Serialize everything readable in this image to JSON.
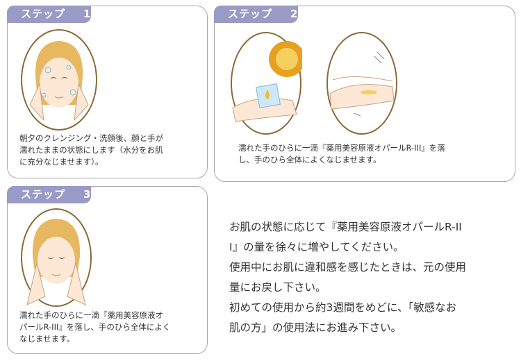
{
  "steps": [
    {
      "label": "ステップ",
      "number": "1",
      "lines": [
        "朝夕のクレンジング・洗顔後、顔と手が",
        "濡れたままの状態にします（水分をお肌",
        "に充分なじませます）。"
      ]
    },
    {
      "label": "ステップ",
      "number": "2",
      "lines": [
        "濡れた手のひらに一滴『薬用美容原液オパールR-III』を落",
        "し、手のひら全体によくなじませます。"
      ]
    },
    {
      "label": "ステップ",
      "number": "3",
      "lines": [
        "濡れた手のひらに一滴『薬用美容原液オ",
        "パールR-III』を落し、手のひら全体によく",
        "なじませます。"
      ]
    }
  ],
  "note": {
    "lines": [
      "お肌の状態に応じて『薬用美容原液オパールR-II",
      "I』の量を徐々に増やしてください。",
      "使用中にお肌に違和感を感じたときは、元の使用",
      "量にお戻し下さい。",
      "初めての使用から約3週間をめどに、「敏感なお",
      "肌の方」の使用法にお進み下さい。"
    ]
  },
  "colors": {
    "tab": "#9a9ac6",
    "oval_border": "#8a6a3a",
    "hair": "#e8b860",
    "skin": "#fde8d6"
  }
}
